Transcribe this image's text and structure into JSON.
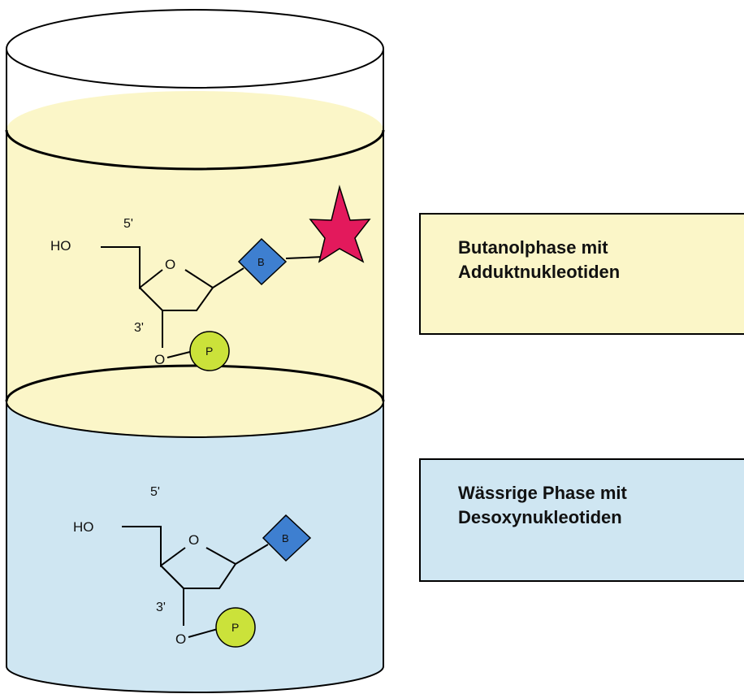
{
  "colors": {
    "butanol_phase": "#fbf6c8",
    "aqueous_phase": "#cfe6f2",
    "base": "#3e7fd0",
    "phosphate": "#cbe23a",
    "star": "#e3195c"
  },
  "upper_molecule": {
    "five_prime": "5'",
    "hydroxyl": "HO",
    "ring_oxygen": "O",
    "three_prime": "3'",
    "ester_oxygen": "O",
    "base": "B",
    "phosphate": "P"
  },
  "lower_molecule": {
    "five_prime": "5'",
    "hydroxyl": "HO",
    "ring_oxygen": "O",
    "three_prime": "3'",
    "ester_oxygen": "O",
    "base": "B",
    "phosphate": "P"
  },
  "labels": {
    "butanol": {
      "line1": "Butanolphase mit",
      "line2": "Adduktnukleotiden"
    },
    "aqueous": {
      "line1": "Wässrige Phase mit",
      "line2": "Desoxynukleotiden"
    }
  }
}
